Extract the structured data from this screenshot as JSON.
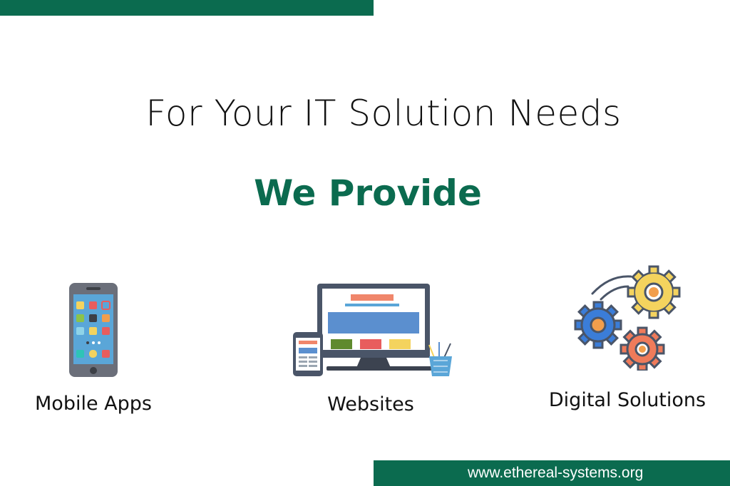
{
  "headline": "For Your IT Solution Needs",
  "subheadline": "We Provide",
  "services": [
    {
      "label": "Mobile Apps",
      "icon": "smartphone-icon"
    },
    {
      "label": "Websites",
      "icon": "desktop-website-icon"
    },
    {
      "label": "Digital Solutions",
      "icon": "gears-icon"
    }
  ],
  "footer": {
    "url": "www.ethereal-systems.org"
  },
  "colors": {
    "brand_green": "#0b6b4f",
    "text": "#111111",
    "background": "#ffffff"
  }
}
